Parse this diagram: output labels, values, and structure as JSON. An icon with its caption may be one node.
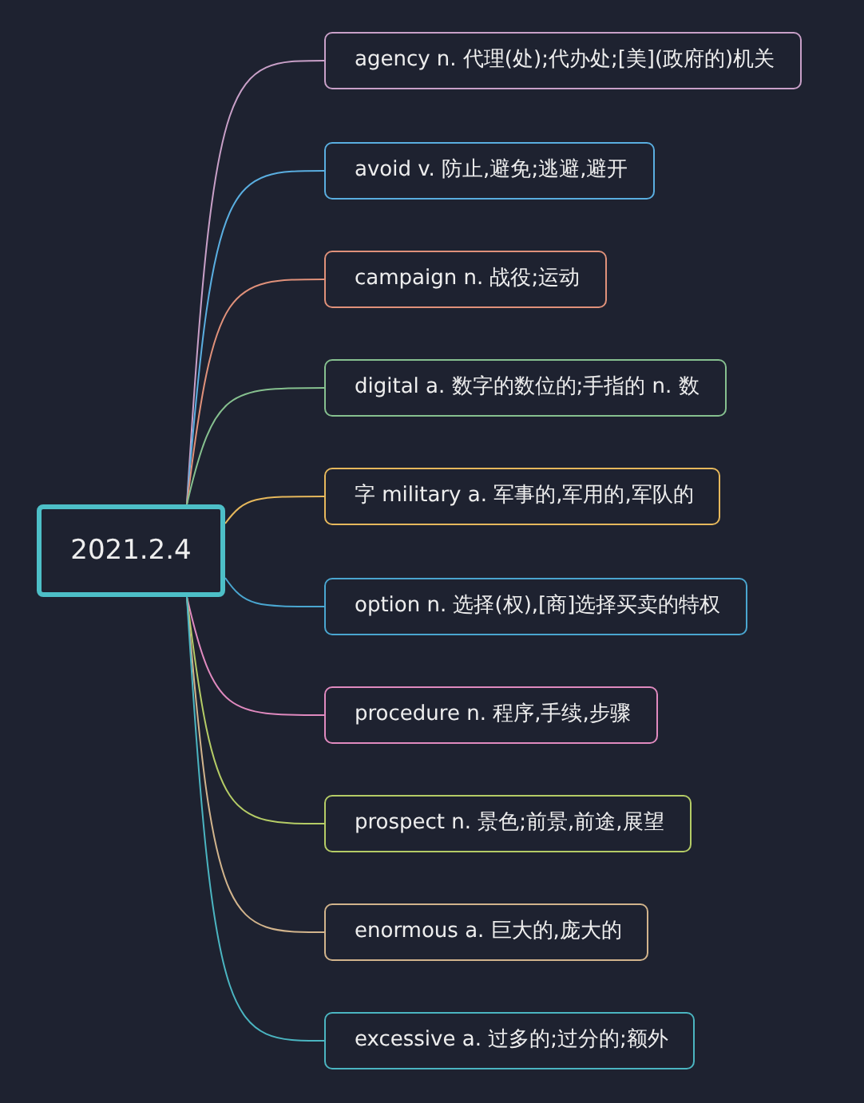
{
  "diagram": {
    "nodes": [
      {
        "text": [
          "2021.2.4"
        ]
      },
      {
        "text": [
          "agency n. 代理(处);代办处;[美](政府的)机关"
        ]
      },
      {
        "text": [
          "avoid v. 防止,避免;逃避,避开"
        ]
      },
      {
        "text": [
          "campaign n. 战役;运动"
        ]
      },
      {
        "text": [
          "digital a. 数字的数位的;手指的 n. 数"
        ]
      },
      {
        "text": [
          "字 military a. 军事的,军用的,军队的"
        ]
      },
      {
        "text": [
          "option n. 选择(权),[商]选择买卖的特权"
        ]
      },
      {
        "text": [
          "procedure n. 程序,手续,步骤"
        ]
      },
      {
        "text": [
          "prospect n. 景色;前景,前途,展望"
        ]
      },
      {
        "text": [
          "enormous a. 巨大的,庞大的"
        ]
      },
      {
        "text": [
          "excessive a. 过多的;过分的;额外"
        ]
      }
    ],
    "edges": [
      {
        "from": 0,
        "to": 1,
        "arrow": "none",
        "color": "#c9a0c8"
      },
      {
        "from": 0,
        "to": 2,
        "arrow": "none",
        "color": "#5aaee0"
      },
      {
        "from": 0,
        "to": 3,
        "arrow": "none",
        "color": "#e0917a"
      },
      {
        "from": 0,
        "to": 4,
        "arrow": "none",
        "color": "#86c08f"
      },
      {
        "from": 0,
        "to": 5,
        "arrow": "none",
        "color": "#e6b85c"
      },
      {
        "from": 0,
        "to": 6,
        "arrow": "none",
        "color": "#4aa6d0"
      },
      {
        "from": 0,
        "to": 7,
        "arrow": "none",
        "color": "#e08abf"
      },
      {
        "from": 0,
        "to": 8,
        "arrow": "none",
        "color": "#b5cc66"
      },
      {
        "from": 0,
        "to": 9,
        "arrow": "none",
        "color": "#d2b48c"
      },
      {
        "from": 0,
        "to": 10,
        "arrow": "none",
        "color": "#4bb5c1"
      }
    ]
  }
}
